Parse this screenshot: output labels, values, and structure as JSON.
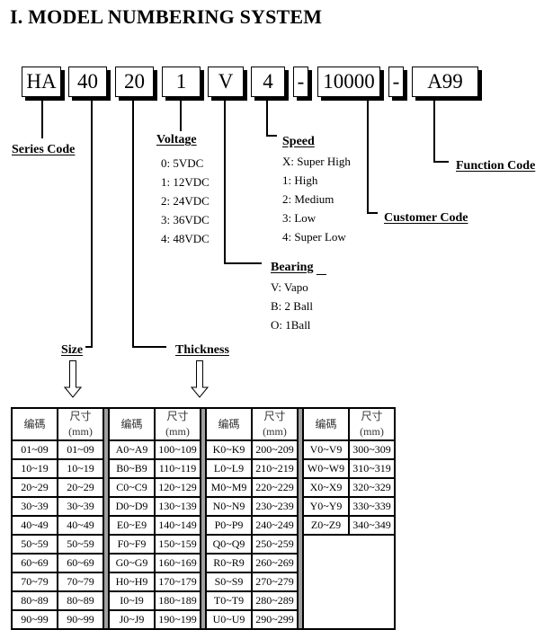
{
  "title": "I.  MODEL NUMBERING SYSTEM",
  "model_parts": [
    "HA",
    "40",
    "20",
    "1",
    "V",
    "4",
    "-",
    "10000",
    "-",
    "A99"
  ],
  "labels": {
    "series_code": "Series Code",
    "voltage": "Voltage",
    "speed": "Speed",
    "function_code": "Function Code",
    "customer_code": "Customer Code",
    "bearing": "Bearing",
    "size": "Size",
    "thickness": "Thickness"
  },
  "voltage_options": [
    "0: 5VDC",
    "1: 12VDC",
    "2: 24VDC",
    "3: 36VDC",
    "4: 48VDC"
  ],
  "speed_options": [
    "X: Super High",
    "1: High",
    "2: Medium",
    "3: Low",
    "4:  Super Low"
  ],
  "bearing_options": [
    "V: Vapo",
    "B: 2 Ball",
    "O: 1Ball"
  ],
  "table": {
    "header_code": "编碼",
    "header_size": "尺寸(mm)",
    "groups": [
      [
        [
          "01~09",
          "01~09"
        ],
        [
          "10~19",
          "10~19"
        ],
        [
          "20~29",
          "20~29"
        ],
        [
          "30~39",
          "30~39"
        ],
        [
          "40~49",
          "40~49"
        ],
        [
          "50~59",
          "50~59"
        ],
        [
          "60~69",
          "60~69"
        ],
        [
          "70~79",
          "70~79"
        ],
        [
          "80~89",
          "80~89"
        ],
        [
          "90~99",
          "90~99"
        ]
      ],
      [
        [
          "A0~A9",
          "100~109"
        ],
        [
          "B0~B9",
          "110~119"
        ],
        [
          "C0~C9",
          "120~129"
        ],
        [
          "D0~D9",
          "130~139"
        ],
        [
          "E0~E9",
          "140~149"
        ],
        [
          "F0~F9",
          "150~159"
        ],
        [
          "G0~G9",
          "160~169"
        ],
        [
          "H0~H9",
          "170~179"
        ],
        [
          "I0~I9",
          "180~189"
        ],
        [
          "J0~J9",
          "190~199"
        ]
      ],
      [
        [
          "K0~K9",
          "200~209"
        ],
        [
          "L0~L9",
          "210~219"
        ],
        [
          "M0~M9",
          "220~229"
        ],
        [
          "N0~N9",
          "230~239"
        ],
        [
          "P0~P9",
          "240~249"
        ],
        [
          "Q0~Q9",
          "250~259"
        ],
        [
          "R0~R9",
          "260~269"
        ],
        [
          "S0~S9",
          "270~279"
        ],
        [
          "T0~T9",
          "280~289"
        ],
        [
          "U0~U9",
          "290~299"
        ]
      ],
      [
        [
          "V0~V9",
          "300~309"
        ],
        [
          "W0~W9",
          "310~319"
        ],
        [
          "X0~X9",
          "320~329"
        ],
        [
          "Y0~Y9",
          "330~339"
        ],
        [
          "Z0~Z9",
          "340~349"
        ]
      ]
    ]
  }
}
